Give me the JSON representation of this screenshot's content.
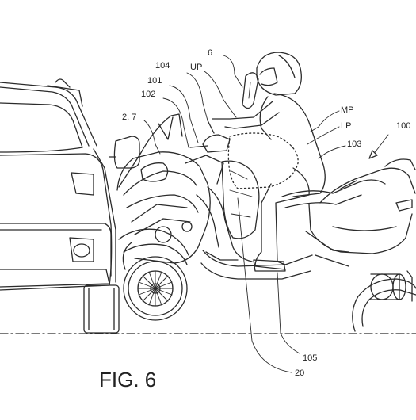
{
  "figure": {
    "caption": "FIG. 6",
    "reference_labels": {
      "l6": "6",
      "l104": "104",
      "lUP": "UP",
      "l101": "101",
      "l102": "102",
      "l27": "2, 7",
      "lMP": "MP",
      "lLP": "LP",
      "l100": "100",
      "l103": "103",
      "l105": "105",
      "l20": "20"
    }
  }
}
